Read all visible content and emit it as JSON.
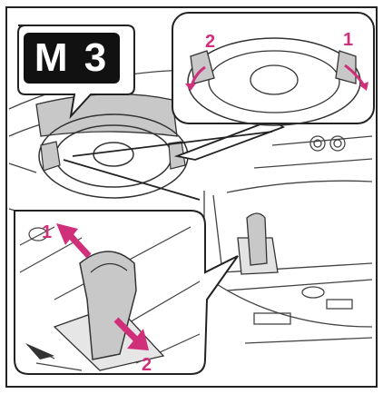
{
  "badge": {
    "text": "M 3"
  },
  "callouts": {
    "paddle_left": "2",
    "paddle_right": "1",
    "shifter_up": "1",
    "shifter_down": "2"
  },
  "colors": {
    "accent_arrow": "#d0307a",
    "line": "#222222",
    "fill_gray": "#c8c8c8",
    "badge_bg": "#111111"
  }
}
